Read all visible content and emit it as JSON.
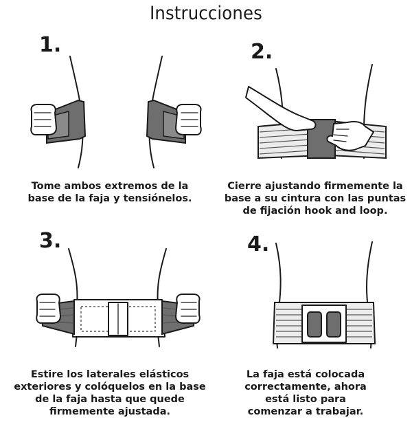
{
  "title": "Instrucciones",
  "steps": [
    {
      "number": "1.",
      "caption_lines": [
        "Tome ambos extremos de la",
        "base de la faja y tensiónelos."
      ]
    },
    {
      "number": "2.",
      "caption_lines": [
        "Cierre ajustando firmemente la",
        "base a su cintura con las puntas",
        "de fijación hook and loop."
      ]
    },
    {
      "number": "3.",
      "caption_lines": [
        "Estire los laterales elásticos",
        "exteriores y colóquelos en la base",
        "de la faja hasta que quede",
        "firmemente ajustada."
      ]
    },
    {
      "number": "4.",
      "caption_lines": [
        "La faja está colocada",
        "correctamente, ahora",
        "está listo para",
        "comenzar a trabajar."
      ]
    }
  ]
}
